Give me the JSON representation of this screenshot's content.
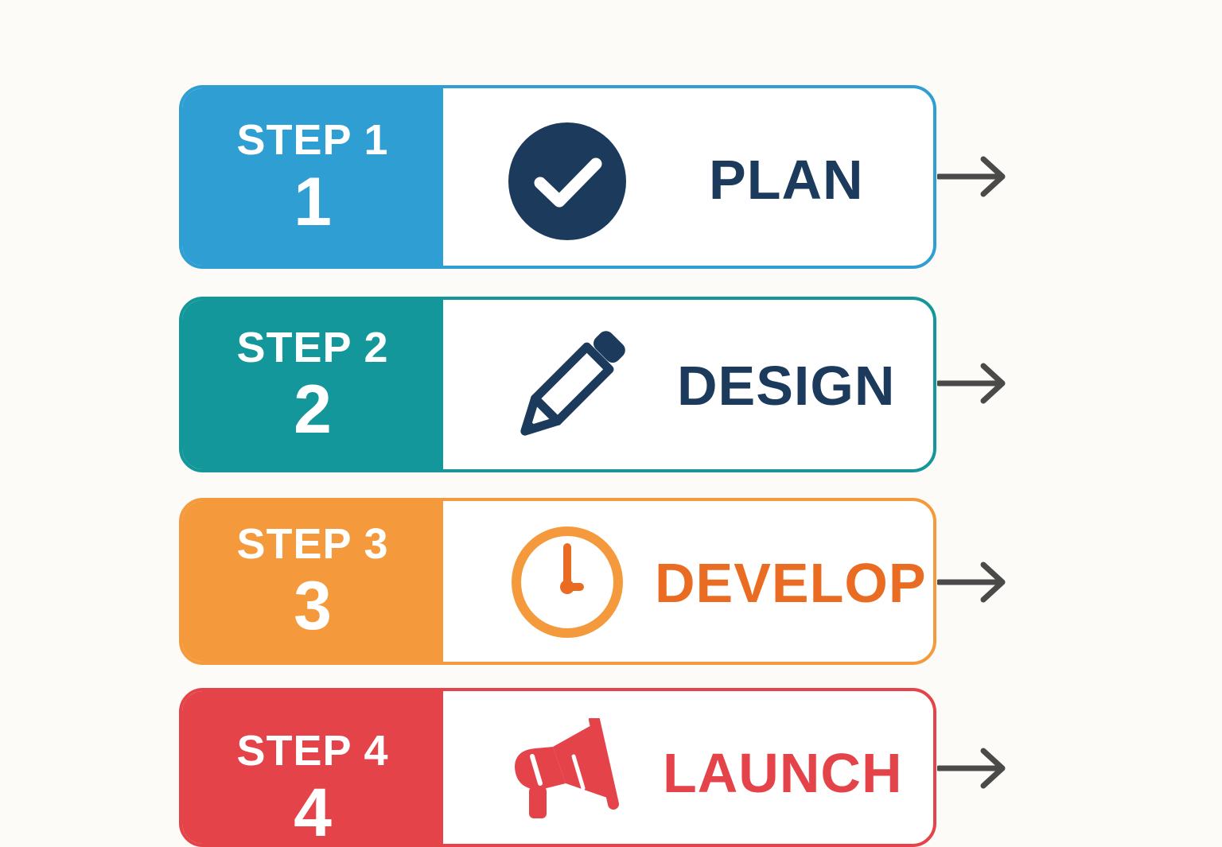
{
  "steps": [
    {
      "step_text": "STEP 1",
      "step_num": "1",
      "title": "PLAN",
      "color": "#2f9ed3",
      "title_color": "#1b3a5c",
      "icon": "check-circle-icon"
    },
    {
      "step_text": "STEP 2",
      "step_num": "2",
      "title": "DESIGN",
      "color": "#14979a",
      "title_color": "#1b3a5c",
      "icon": "pencil-icon"
    },
    {
      "step_text": "STEP 3",
      "step_num": "3",
      "title": "DEVELOP",
      "color": "#f59a3c",
      "title_color": "#ea6b22",
      "icon": "clock-icon"
    },
    {
      "step_text": "STEP 4",
      "step_num": "4",
      "title": "LAUNCH",
      "color": "#e5434a",
      "title_color": "#e5434a",
      "icon": "megaphone-icon"
    }
  ],
  "arrow_color": "#4a4a4a"
}
